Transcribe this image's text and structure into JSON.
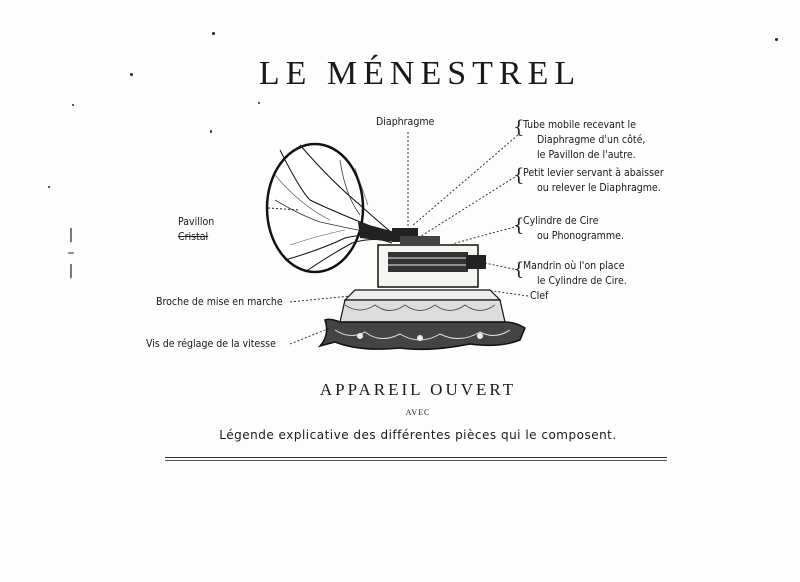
{
  "title": "LE MÉNESTREL",
  "labels": {
    "diaphragme": "Diaphragme",
    "pavillon": "Pavillon",
    "pavillon_struck": "Cristal",
    "tube_1": "Tube mobile recevant le",
    "tube_2": "Diaphragme d'un côté,",
    "tube_3": "le Pavillon de l'autre.",
    "levier_1": "Petit levier servant à abaisser",
    "levier_2": "ou relever le Diaphragme.",
    "cylindre_1": "Cylindre de Cire",
    "cylindre_2": "ou Phonogramme.",
    "mandrin_1": "Mandrin où l'on place",
    "mandrin_2": "le Cylindre de Cire.",
    "clef": "Clef",
    "broche": "Broche de mise en marche",
    "vis": "Vis de réglage de la vitesse"
  },
  "caption": {
    "heading": "APPAREIL OUVERT",
    "avec": "AVEC",
    "legend": "Légende explicative des différentes pièces qui le composent."
  },
  "margin_marks": [
    "|",
    "–",
    "|"
  ]
}
